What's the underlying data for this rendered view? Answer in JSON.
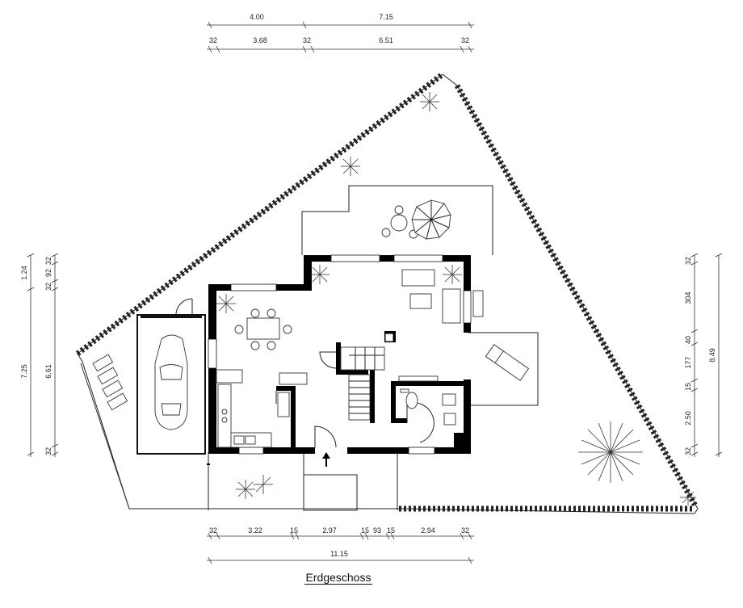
{
  "title": "Erdgeschoss",
  "dimensions": {
    "top_row1": [
      "4.00",
      "7.15"
    ],
    "top_row2": [
      "32",
      "3.68",
      "32",
      "6.51",
      "32"
    ],
    "left_outer": [
      "1.24",
      "7.25"
    ],
    "left_inner": [
      "32",
      "92",
      "32",
      "6.61",
      "32"
    ],
    "right_inner": [
      "32",
      "304",
      "40",
      "177",
      "15",
      "2.50",
      "32"
    ],
    "right_outer": [
      "8.49"
    ],
    "bottom_row1": [
      "32",
      "3.22",
      "15",
      "2.97",
      "15",
      "93",
      "15",
      "2.94",
      "32"
    ],
    "bottom_row2": [
      "11.15"
    ]
  }
}
